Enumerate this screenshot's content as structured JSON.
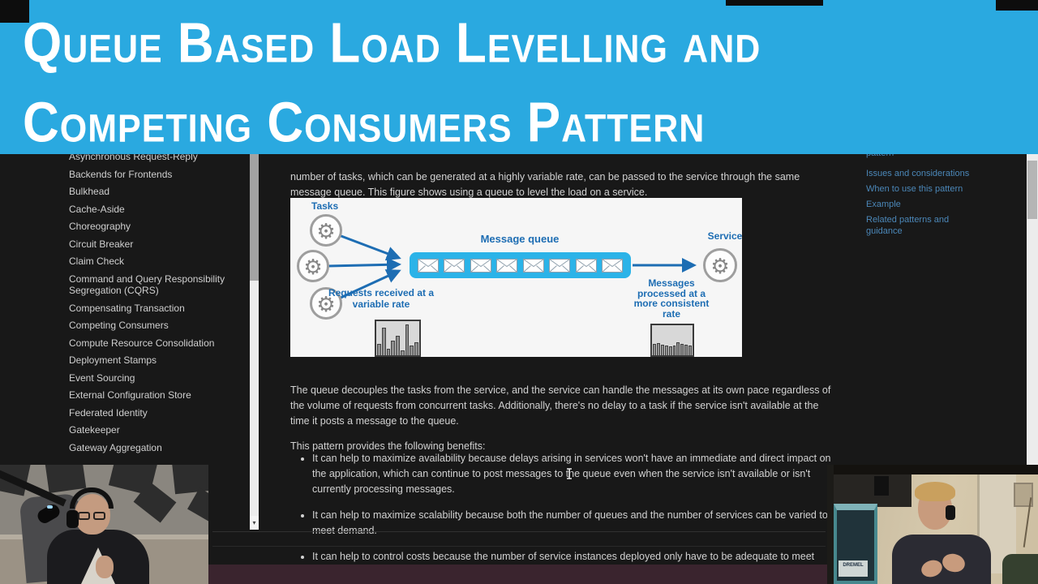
{
  "banner": {
    "line1": "Queue Based Load Levelling and",
    "line2": "Competing Consumers Pattern",
    "bg_color": "#2aa9e0",
    "text_color": "#ffffff"
  },
  "sidebar": {
    "items": [
      "Asynchronous Request-Reply",
      "Backends for Frontends",
      "Bulkhead",
      "Cache-Aside",
      "Choreography",
      "Circuit Breaker",
      "Claim Check",
      "Command and Query Responsibility Segregation (CQRS)",
      "Compensating Transaction",
      "Competing Consumers",
      "Compute Resource Consolidation",
      "Deployment Stamps",
      "Event Sourcing",
      "External Configuration Store",
      "Federated Identity",
      "Gatekeeper",
      "Gateway Aggregation"
    ]
  },
  "content": {
    "intro": "number of tasks, which can be generated at a highly variable rate, can be passed to the service through the same message queue. This figure shows using a queue to level the load on a service.",
    "after_diagram": "The queue decouples the tasks from the service, and the service can handle the messages at its own pace regardless of the volume of requests from concurrent tasks. Additionally, there's no delay to a task if the service isn't available at the time it posts a message to the queue.",
    "benefits_lead": "This pattern provides the following benefits:",
    "benefits": [
      "It can help to maximize availability because delays arising in services won't have an immediate and direct impact on the application, which can continue to post messages to the queue even when the service isn't available or isn't currently processing messages.",
      "It can help to maximize scalability because both the number of queues and the number of services can be varied to meet demand.",
      "It can help to control costs because the number of service instances deployed only have to be adequate to meet average"
    ]
  },
  "diagram": {
    "tasks_label": "Tasks",
    "queue_label": "Message queue",
    "service_label": "Service",
    "left_caption": "Requests received at a variable rate",
    "right_caption": "Messages processed at a more consistent rate",
    "gear_glyph": "⚙",
    "producer_gears": [
      1,
      2,
      3
    ],
    "envelopes": [
      1,
      2,
      3,
      4,
      5,
      6,
      7,
      8
    ],
    "variable_rate_bars": [
      14,
      34,
      8,
      18,
      24,
      6,
      38,
      12,
      16
    ],
    "consistent_rate_bars": [
      14,
      15,
      13,
      12,
      11,
      12,
      16,
      14,
      13,
      12
    ],
    "queue_fill_color": "#2bb3e8",
    "label_color": "#1d6db3"
  },
  "toc": {
    "clipped_item": "pattern",
    "items": [
      "Issues and considerations",
      "When to use this pattern",
      "Example",
      "Related patterns and guidance"
    ],
    "link_color": "#4b87b8"
  },
  "scrollbars": {
    "sidebar_down_arrow": "▾"
  },
  "webcams": {
    "right_box_label": "DREMEL"
  }
}
